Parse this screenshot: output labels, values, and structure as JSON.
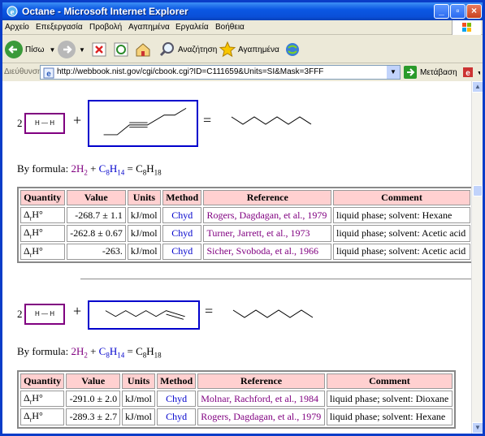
{
  "window": {
    "title": "Octane - Microsoft Internet Explorer"
  },
  "menu": [
    "Αρχείο",
    "Επεξεργασία",
    "Προβολή",
    "Αγαπημένα",
    "Εργαλεία",
    "Βοήθεια"
  ],
  "toolbar": {
    "back": "Πίσω",
    "search": "Αναζήτηση",
    "favorites": "Αγαπημένα"
  },
  "address": {
    "label": "Διεύθυνση",
    "url": "http://webbook.nist.gov/cgi/cbook.cgi?ID=C111659&Units=SI&Mask=3FFF",
    "go": "Μετάβαση"
  },
  "colors": {
    "title_bar": "#0b58e3",
    "header_bg": "#ffd0d0",
    "link": "#0000cc",
    "reference": "#800080"
  },
  "reactions": [
    {
      "coefficient": "2",
      "h2_label": "H — H",
      "plus": "+",
      "equals": "=",
      "formula": {
        "prefix": "By formula: ",
        "coef": "2",
        "h2": "H",
        "h2_sub": "2",
        "plus": " + ",
        "c": "C",
        "c_sub": "8",
        "h": "H",
        "h_sub": "14",
        "eq": " = ",
        "pc": "C",
        "pc_sub": "8",
        "ph": "H",
        "ph_sub": "18"
      },
      "headers": [
        "Quantity",
        "Value",
        "Units",
        "Method",
        "Reference",
        "Comment"
      ],
      "rows": [
        {
          "q": "Δ",
          "q_sub": "r",
          "q_rest": "H°",
          "value": "-268.7 ± 1.1",
          "units": "kJ/mol",
          "method": "Chyd",
          "reference": "Rogers, Dagdagan, et al., 1979",
          "comment": "liquid phase; solvent: Hexane"
        },
        {
          "q": "Δ",
          "q_sub": "r",
          "q_rest": "H°",
          "value": "-262.8 ± 0.67",
          "units": "kJ/mol",
          "method": "Chyd",
          "reference": "Turner, Jarrett, et al., 1973",
          "comment": "liquid phase; solvent: Acetic acid"
        },
        {
          "q": "Δ",
          "q_sub": "r",
          "q_rest": "H°",
          "value": "-263.",
          "units": "kJ/mol",
          "method": "Chyd",
          "reference": "Sicher, Svoboda, et al., 1966",
          "comment": "liquid phase; solvent: Acetic acid"
        }
      ]
    },
    {
      "coefficient": "2",
      "h2_label": "H — H",
      "plus": "+",
      "equals": "=",
      "formula": {
        "prefix": "By formula: ",
        "coef": "2",
        "h2": "H",
        "h2_sub": "2",
        "plus": " + ",
        "c": "C",
        "c_sub": "8",
        "h": "H",
        "h_sub": "14",
        "eq": " = ",
        "pc": "C",
        "pc_sub": "8",
        "ph": "H",
        "ph_sub": "18"
      },
      "headers": [
        "Quantity",
        "Value",
        "Units",
        "Method",
        "Reference",
        "Comment"
      ],
      "rows": [
        {
          "q": "Δ",
          "q_sub": "r",
          "q_rest": "H°",
          "value": "-291.0 ± 2.0",
          "units": "kJ/mol",
          "method": "Chyd",
          "reference": "Molnar, Rachford, et al., 1984",
          "comment": "liquid phase; solvent: Dioxane"
        },
        {
          "q": "Δ",
          "q_sub": "r",
          "q_rest": "H°",
          "value": "-289.3 ± 2.7",
          "units": "kJ/mol",
          "method": "Chyd",
          "reference": "Rogers, Dagdagan, et al., 1979",
          "comment": "liquid phase; solvent: Hexane"
        }
      ]
    }
  ]
}
